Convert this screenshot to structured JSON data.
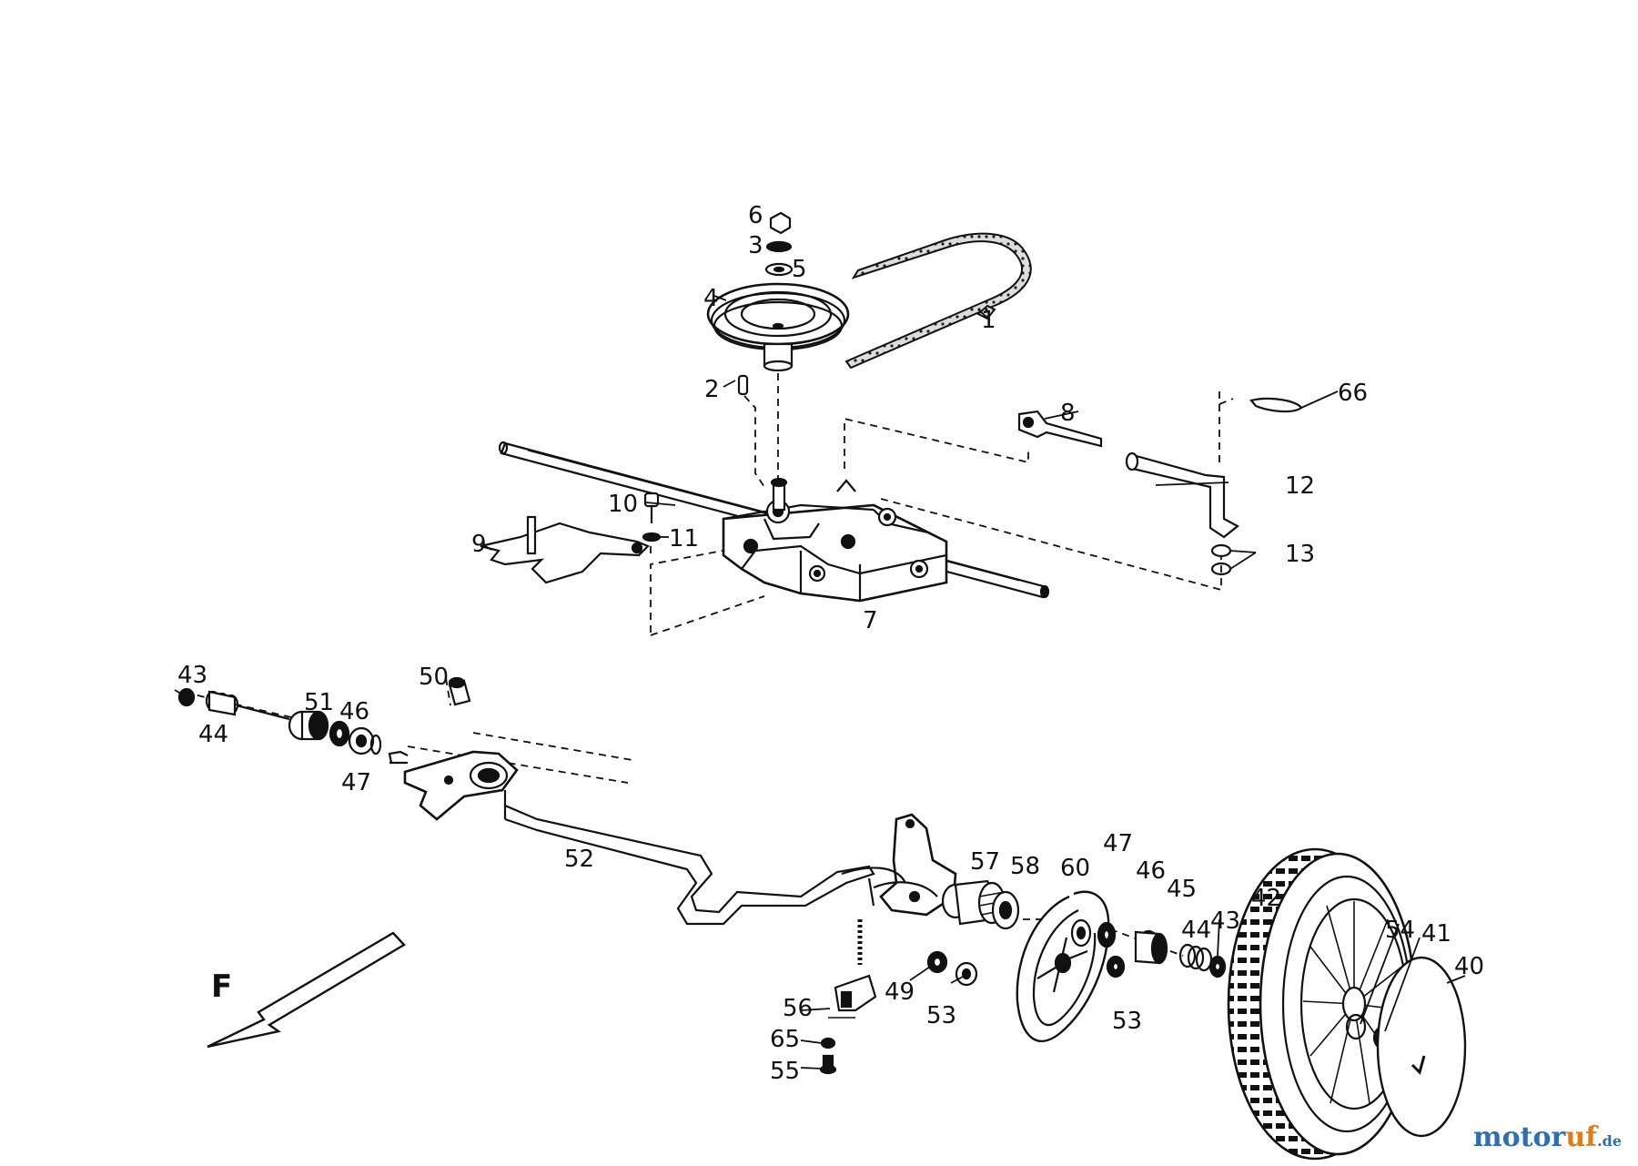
{
  "direction_label": "F",
  "callouts": [
    "1",
    "2",
    "3",
    "4",
    "5",
    "6",
    "7",
    "8",
    "9",
    "10",
    "11",
    "12",
    "13",
    "66",
    "43",
    "44",
    "51",
    "46",
    "47",
    "50",
    "52",
    "57",
    "58",
    "60",
    "47",
    "46",
    "45",
    "44",
    "43",
    "42",
    "54",
    "41",
    "40",
    "49",
    "53",
    "53",
    "56",
    "65",
    "55"
  ],
  "watermark": {
    "part1": "motor",
    "part2": "uf",
    "part3": ".de"
  },
  "colors": {
    "line": "#111111",
    "watermark_blue": "#2f6fb0",
    "watermark_orange": "#e07b1a"
  }
}
